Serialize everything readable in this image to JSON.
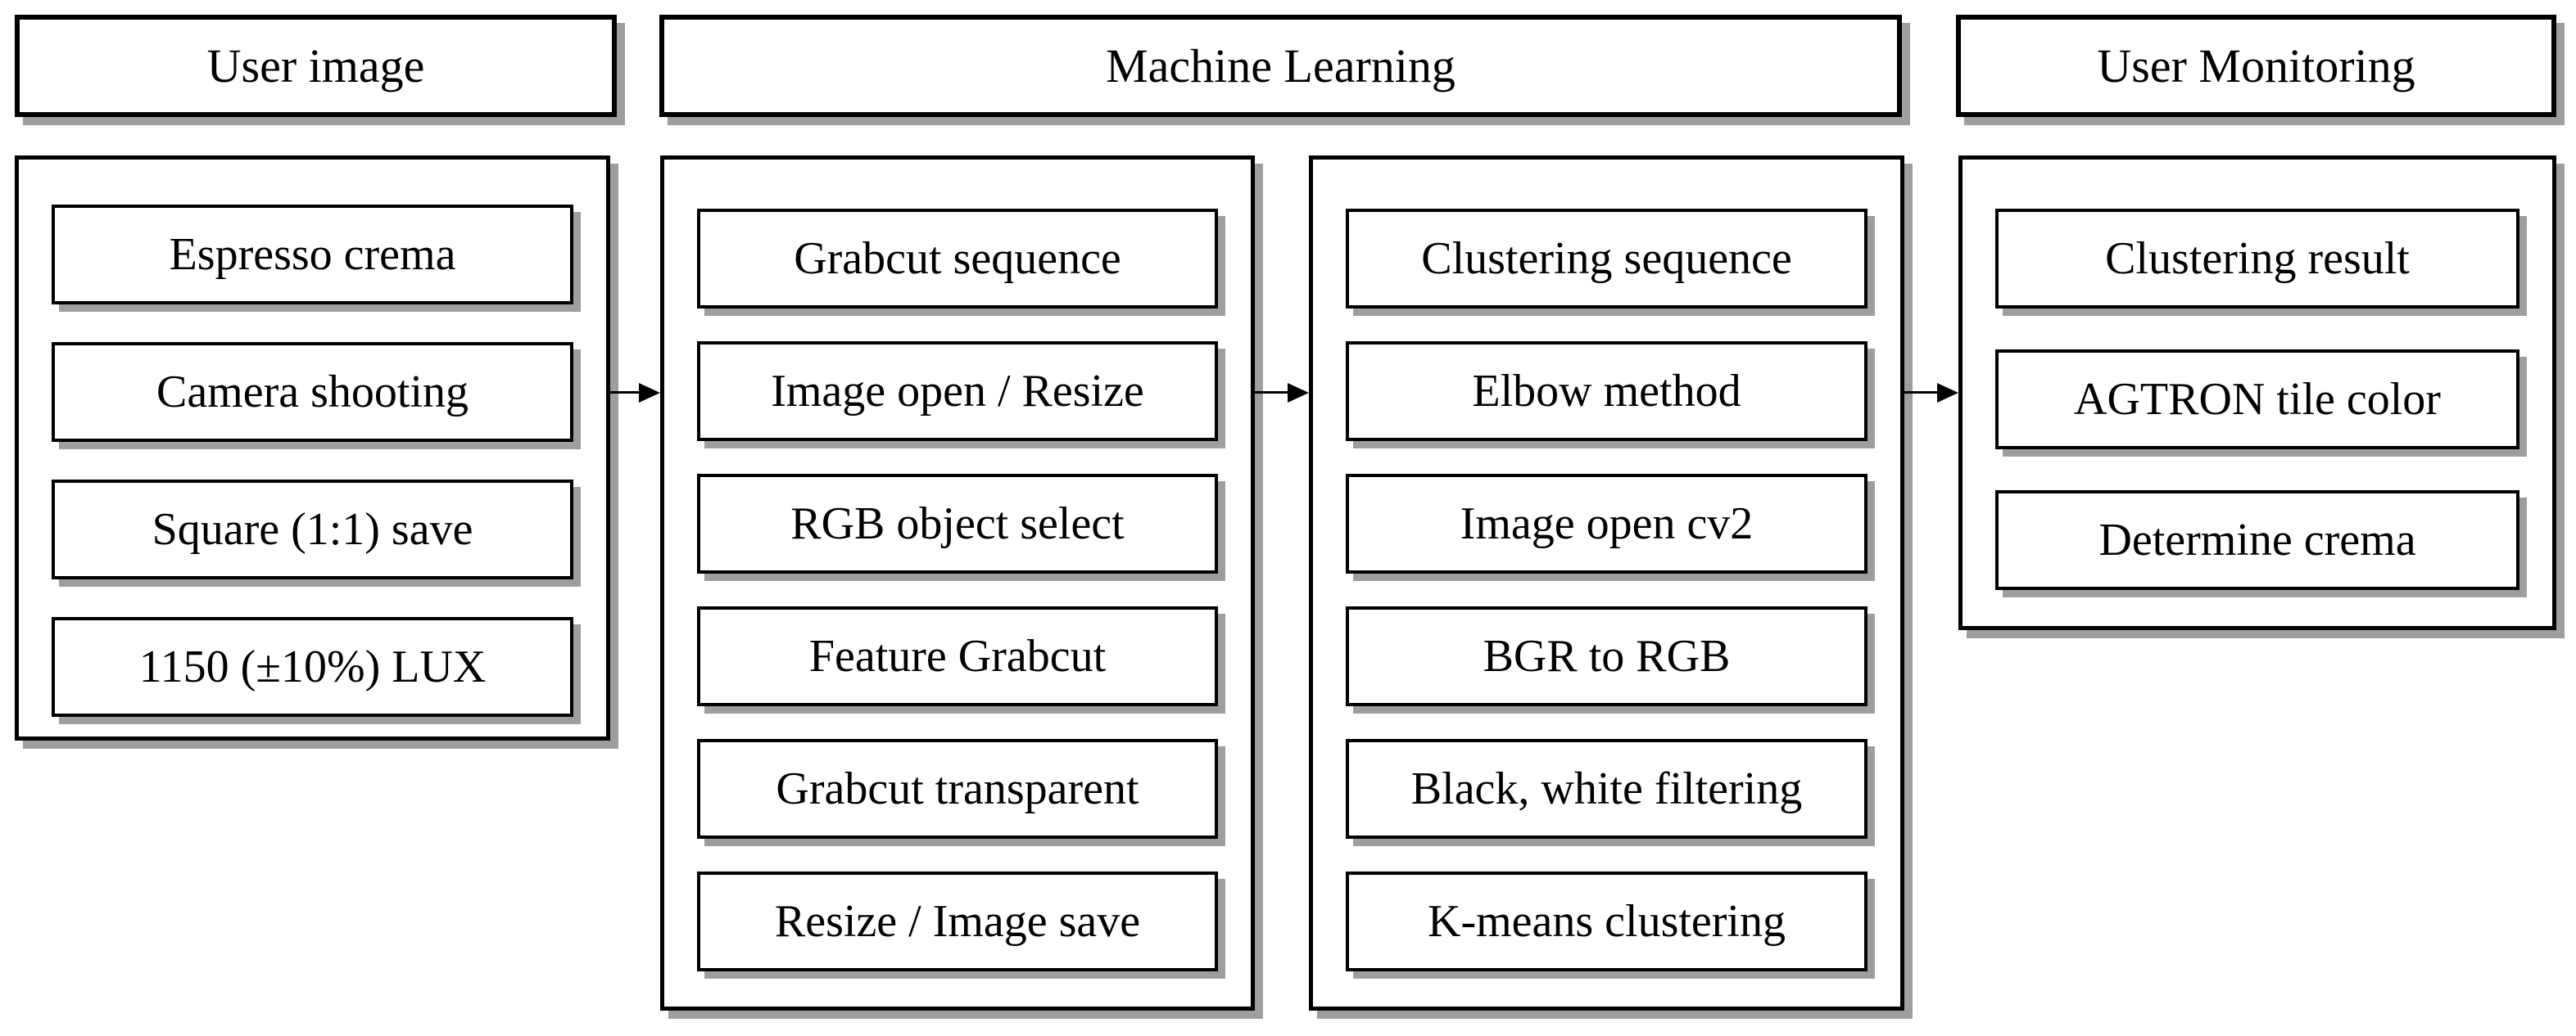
{
  "diagram": {
    "colors": {
      "background": "#ffffff",
      "border": "#000000",
      "text": "#000000",
      "shadow": "#9e9e9e"
    },
    "headers": [
      {
        "label": "User image"
      },
      {
        "label": "Machine Learning"
      },
      {
        "label": "User Monitoring"
      }
    ],
    "columns": [
      {
        "boxes": [
          {
            "label": "Espresso crema"
          },
          {
            "label": "Camera shooting"
          },
          {
            "label": "Square (1:1) save"
          },
          {
            "label": "1150 (±10%) LUX"
          }
        ]
      },
      {
        "boxes": [
          {
            "label": "Grabcut sequence"
          },
          {
            "label": "Image open / Resize"
          },
          {
            "label": "RGB object select"
          },
          {
            "label": "Feature Grabcut"
          },
          {
            "label": "Grabcut transparent"
          },
          {
            "label": "Resize / Image save"
          }
        ]
      },
      {
        "boxes": [
          {
            "label": "Clustering sequence"
          },
          {
            "label": "Elbow method"
          },
          {
            "label": "Image open cv2"
          },
          {
            "label": "BGR to RGB"
          },
          {
            "label": "Black, white filtering"
          },
          {
            "label": "K-means clustering"
          }
        ]
      },
      {
        "boxes": [
          {
            "label": "Clustering result"
          },
          {
            "label": "AGTRON tile color"
          },
          {
            "label": "Determine crema"
          }
        ]
      }
    ],
    "arrows": [
      {
        "from": 0,
        "to": 1
      },
      {
        "from": 1,
        "to": 2
      },
      {
        "from": 2,
        "to": 3
      }
    ]
  }
}
